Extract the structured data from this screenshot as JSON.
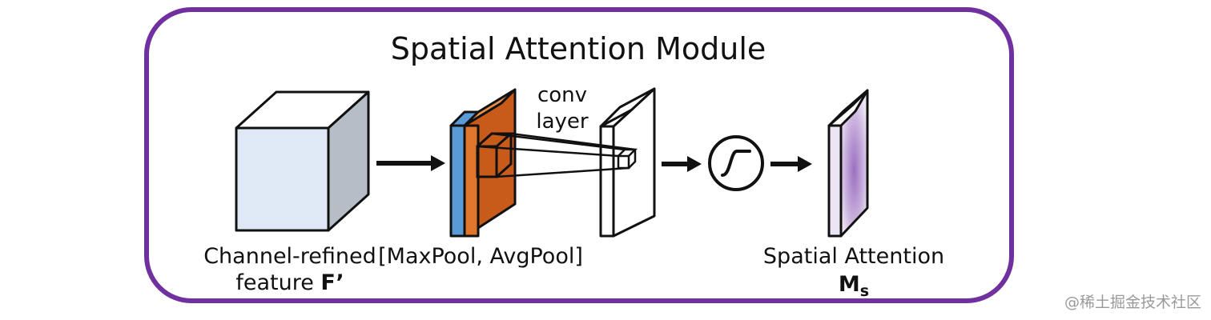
{
  "title": "Spatial Attention Module",
  "input": {
    "label_line1": "Channel-refined",
    "label_line2": "feature ",
    "symbol": "F’"
  },
  "pooling": {
    "label": "[MaxPool, AvgPool]",
    "colors": {
      "maxpool": "#5b9bd5",
      "avgpool": "#e0762c",
      "avgpool_side": "#c85a1a"
    }
  },
  "conv": {
    "label_line1": "conv",
    "label_line2": "layer"
  },
  "sigmoid": {
    "icon": "sigmoid-icon"
  },
  "output": {
    "label_line1": "Spatial Attention",
    "symbol_main": "M",
    "symbol_sub": "s"
  },
  "frame": {
    "border_color": "#7030a0"
  },
  "watermark": "@稀土掘金技术社区"
}
